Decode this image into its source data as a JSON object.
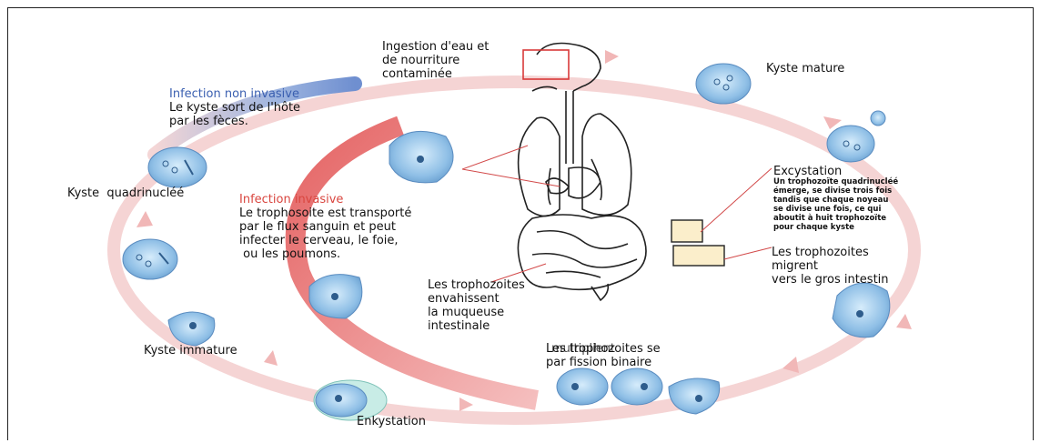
{
  "diagram": {
    "labels": {
      "ingestion": "Ingestion d'eau et\nde nourriture\ncontaminée",
      "kyste_mature": "Kyste mature",
      "infection_non_invasive_title": "Infection non invasive",
      "infection_non_invasive_text": "Le kyste sort de l'hôte\npar les fèces.",
      "kyste_quadrinuclee": "Kyste  quadrinucléé",
      "infection_invasive_title": "Infection invasive",
      "infection_invasive_text": "Le trophosoite est transporté\npar le flux sanguin et peut\ninfecter le cerveau, le foie,\n ou les poumons.",
      "excystation_title": "Excystation",
      "excystation_text": "Un trophozoïte quadrinucléé\némerge, se divise trois fois\ntandis que chaque noyeau\nse divise une fois, ce qui\naboutit à huit trophozoïte\npour chaque kyste",
      "trophozoites_migrent": "Les trophozoites\nmigrent\nvers le gros intestin",
      "trophozoites_envahissent": "Les trophozoites\nenvahissent\nla muqueuse\nintestinale",
      "multiplication": "Les trophozoites se\npar fission binaire",
      "multiplication_overlay": "multiplient",
      "kyste_immature": "Kyste immature",
      "enkystation": "Enkystation"
    },
    "colors": {
      "cycle_arrow": "#f2c9c9",
      "invasive_arrow": "#e04848",
      "non_invasive_arrow": "#8ea8d8",
      "cell_fill": "#8fbfe6",
      "nucleus": "#2f5d8c",
      "organ_outline": "#222222",
      "highlight_box": "#d93a3a"
    }
  }
}
